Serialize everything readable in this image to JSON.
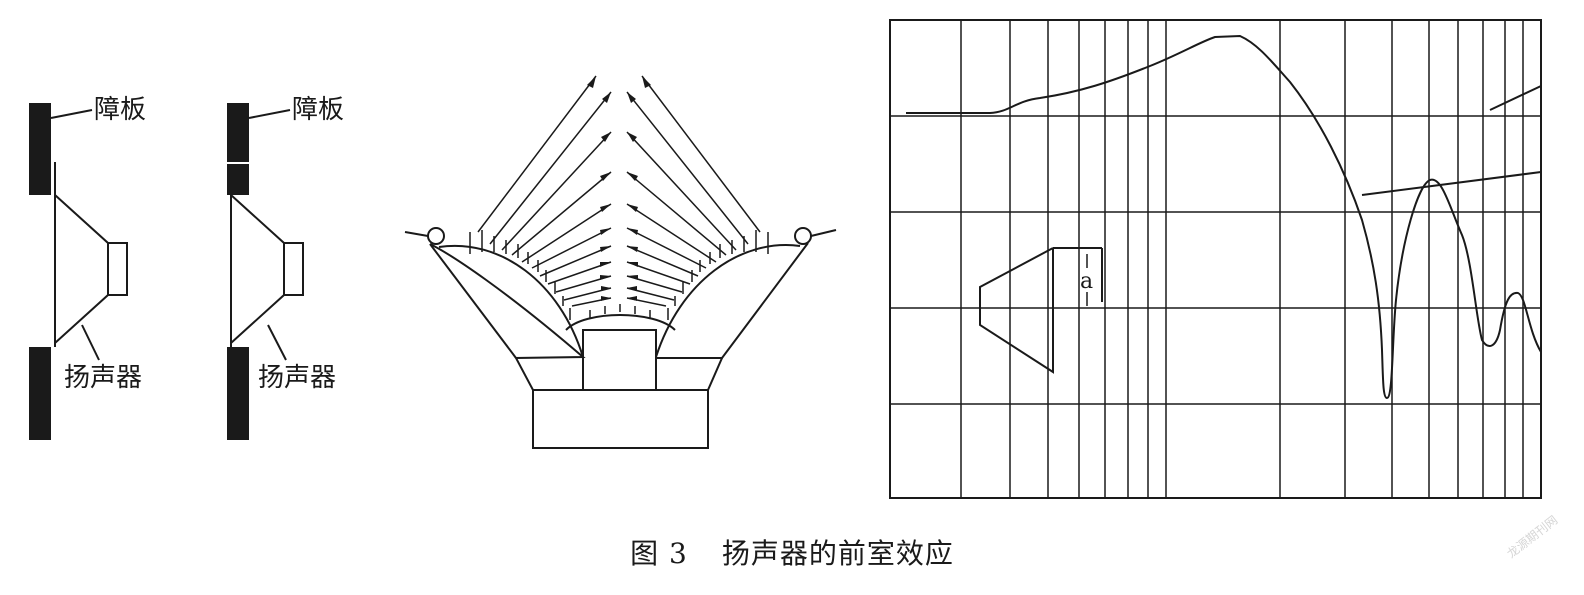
{
  "left_diagram": {
    "panel1": {
      "baffle_label": "障板",
      "speaker_label": "扬声器"
    },
    "panel2": {
      "baffle_label": "障板",
      "speaker_label": "扬声器"
    }
  },
  "graph": {
    "marker_label": "a"
  },
  "caption": {
    "figure_number": "图 3",
    "title": "扬声器的前室效应"
  },
  "watermark": "龙源期刊网"
}
